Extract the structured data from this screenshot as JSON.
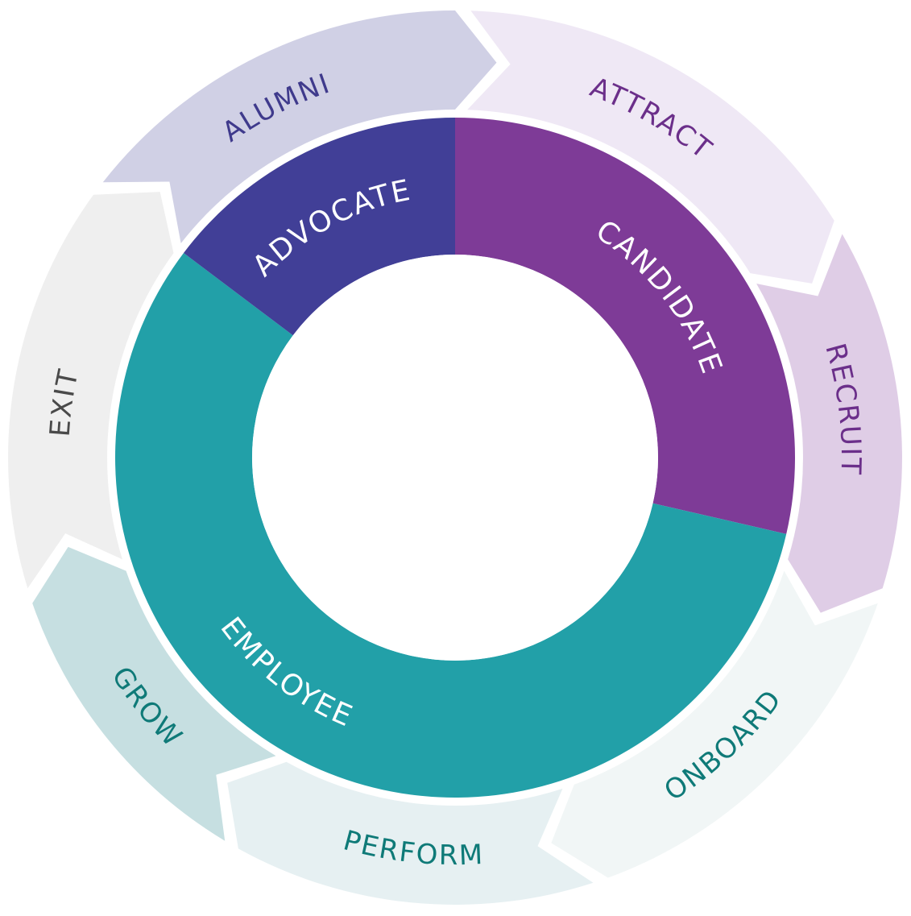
{
  "stages": [
    {
      "label": "ATTRACT",
      "fill": "#efe8f5",
      "text_color": "#6b2f8a"
    },
    {
      "label": "RECRUIT",
      "fill": "#dfcde6",
      "text_color": "#6b2f8a"
    },
    {
      "label": "ONBOARD",
      "fill": "#f1f6f6",
      "text_color": "#0f7a78"
    },
    {
      "label": "PERFORM",
      "fill": "#e6f0f2",
      "text_color": "#0f7a78"
    },
    {
      "label": "GROW",
      "fill": "#c6dfe1",
      "text_color": "#0f7a78"
    },
    {
      "label": "EXIT",
      "fill": "#efefef",
      "text_color": "#4a4a4a"
    },
    {
      "label": "ALUMNI",
      "fill": "#d0d0e5",
      "text_color": "#3f3a8c"
    }
  ],
  "phases": [
    {
      "label": "CANDIDATE",
      "fill": "#7e3b97"
    },
    {
      "label": "EMPLOYEE",
      "fill": "#22a0a8"
    },
    {
      "label": "ADVOCATE",
      "fill": "#413f97"
    }
  ]
}
